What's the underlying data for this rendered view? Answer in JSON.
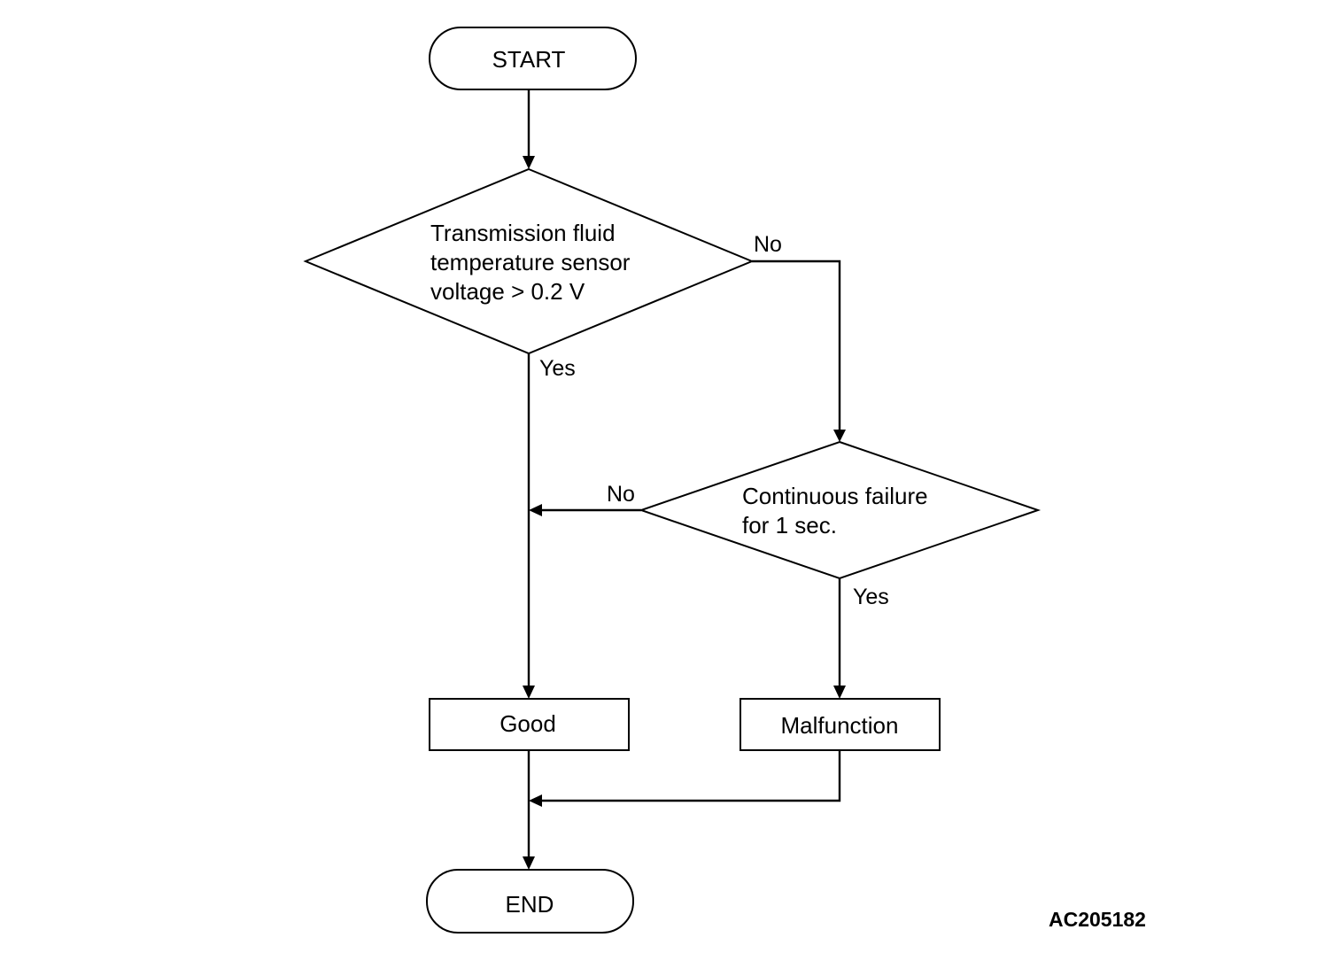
{
  "diagram": {
    "nodes": {
      "start": {
        "label": "START"
      },
      "decision_voltage": {
        "lines": [
          "Transmission fluid",
          "temperature sensor",
          "voltage > 0.2 V"
        ]
      },
      "decision_continuous": {
        "lines": [
          "Continuous failure",
          "for 1 sec."
        ]
      },
      "good": {
        "label": "Good"
      },
      "malfunction": {
        "label": "Malfunction"
      },
      "end": {
        "label": "END"
      }
    },
    "edges": {
      "voltage_no": "No",
      "voltage_yes": "Yes",
      "continuous_no": "No",
      "continuous_yes": "Yes"
    },
    "figure_code": "AC205182"
  }
}
